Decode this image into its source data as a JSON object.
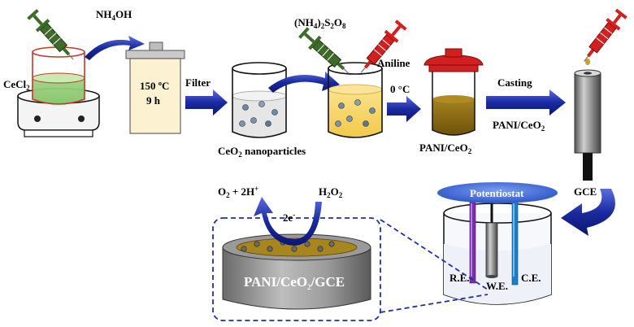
{
  "labels": {
    "cecl2": "CeCl",
    "cecl2_sub": "2",
    "nh4oh": "NH",
    "nh4oh_sub": "4",
    "nh4oh_tail": "OH",
    "autoclave_temp": "150 ºC",
    "autoclave_time": "9 h",
    "filter": "Filter",
    "ceo2_np": "CeO",
    "ceo2_np_sub": "2",
    "ceo2_np_tail": " nanoparticles",
    "aps": "(NH",
    "aps_sub1": "4",
    "aps_mid1": ")",
    "aps_sub2": "2",
    "aps_mid2": "S",
    "aps_sub3": "2",
    "aps_mid3": "O",
    "aps_sub4": "8",
    "aniline": "Aniline",
    "zero_c": "0 °C",
    "pani_ceo2": "PANI/CeO",
    "pani_ceo2_sub": "2",
    "casting": "Casting",
    "casting_pani": "PANI/CeO",
    "casting_pani_sub": "2",
    "gce": "GCE",
    "potentiostat": "Potentiostat",
    "re": "R.E.",
    "we": "W.E.",
    "ce": "C.E.",
    "o2": "O",
    "o2_sub": "2",
    "o2_tail": " + 2H",
    "o2_sup": "+",
    "h2o2": "H",
    "h2o2_sub1": "2",
    "h2o2_mid": "O",
    "h2o2_sub2": "2",
    "electrons": "2e",
    "electrons_sup": "-",
    "electrode": "PANI/CeO",
    "electrode_sub": "2",
    "electrode_tail": "/GCE"
  },
  "colors": {
    "green_syringe": "#3f6b2a",
    "red_syringe": "#d21f1f",
    "blue_arrow": "#1f2fa8",
    "potentiostat": "#3d6ad6",
    "re_electrode": "#7a2fa8",
    "ce_electrode": "#1a7ec8",
    "pani_solution": "#8a6a12",
    "yellow_solution": "#f5d76a",
    "green_solution": "#9ed182"
  }
}
